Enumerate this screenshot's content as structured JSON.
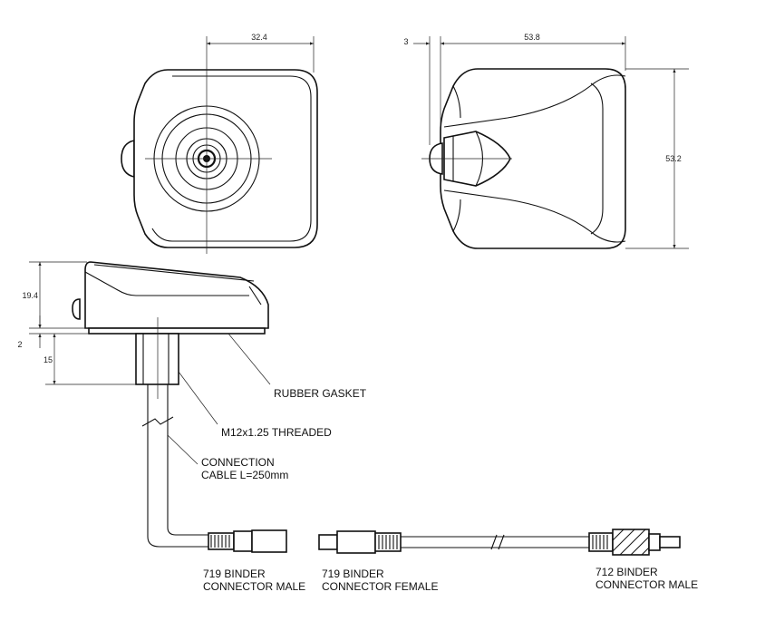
{
  "dimensions": {
    "front_width": "32.4",
    "side_offset": "3",
    "side_length": "53.8",
    "side_height": "53.2",
    "body_height": "19.4",
    "gasket_thickness": "2",
    "thread_length": "15"
  },
  "notes": {
    "gasket": "RUBBER GASKET",
    "thread": "M12x1.25 THREADED",
    "cable_line1": "CONNECTION",
    "cable_line2": "CABLE L=250mm"
  },
  "connectors": [
    {
      "line1": "719 BINDER",
      "line2": "CONNECTOR MALE"
    },
    {
      "line1": "719 BINDER",
      "line2": "CONNECTOR FEMALE"
    },
    {
      "line1": "712 BINDER",
      "line2": "CONNECTOR MALE"
    }
  ]
}
